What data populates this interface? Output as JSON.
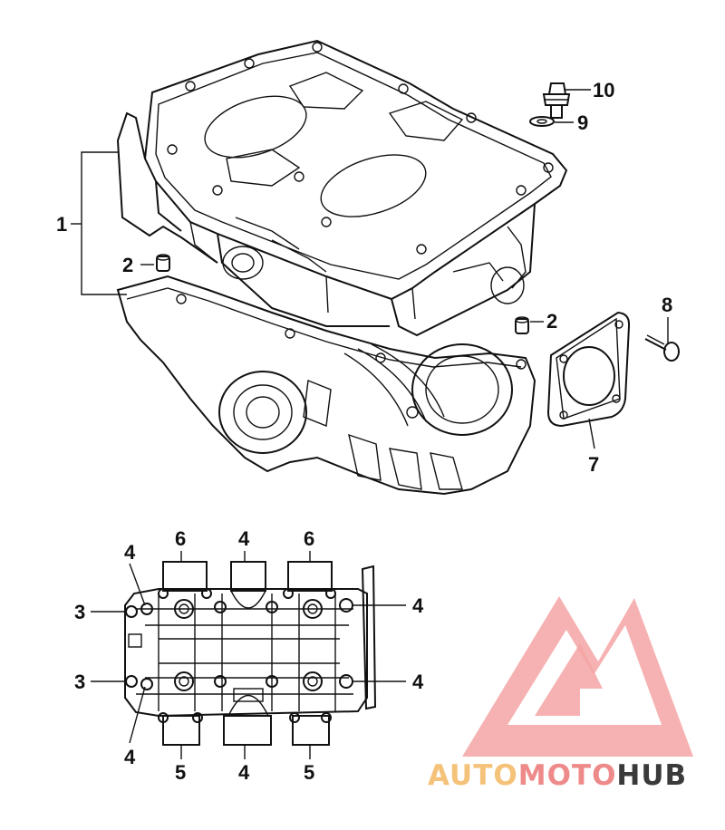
{
  "diagram": {
    "callouts_top": {
      "c1": "1",
      "c2a": "2",
      "c2b": "2",
      "c7": "7",
      "c8": "8",
      "c9": "9",
      "c10": "10"
    },
    "callouts_bottom": {
      "top_left_4": "4",
      "top_6a": "6",
      "top_4": "4",
      "top_6b": "6",
      "left_3a": "3",
      "left_3b": "3",
      "right_4a": "4",
      "right_4b": "4",
      "bot_left_4": "4",
      "bot_5a": "5",
      "bot_4": "4",
      "bot_5b": "5"
    }
  },
  "watermark": {
    "part1": "AUTO",
    "part2": "MOTO",
    "part3": "HUB",
    "color_light": "#f5c27a",
    "color_accent": "#ef8a8a",
    "color_dark": "#3a3a3a"
  }
}
